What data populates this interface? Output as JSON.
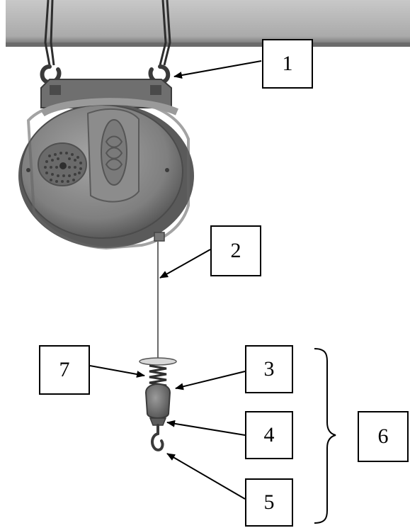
{
  "callouts": {
    "c1": "1",
    "c2": "2",
    "c3": "3",
    "c4": "4",
    "c5": "5",
    "c6": "6",
    "c7": "7"
  },
  "colors": {
    "beam": "#b9b9b9",
    "housing": "#8a8a8a",
    "housing_dark": "#5e5e5e",
    "line": "#000000"
  },
  "icons": [
    "hook-icon",
    "spring-icon",
    "speaker-grille-icon",
    "logo-emblem-icon"
  ]
}
